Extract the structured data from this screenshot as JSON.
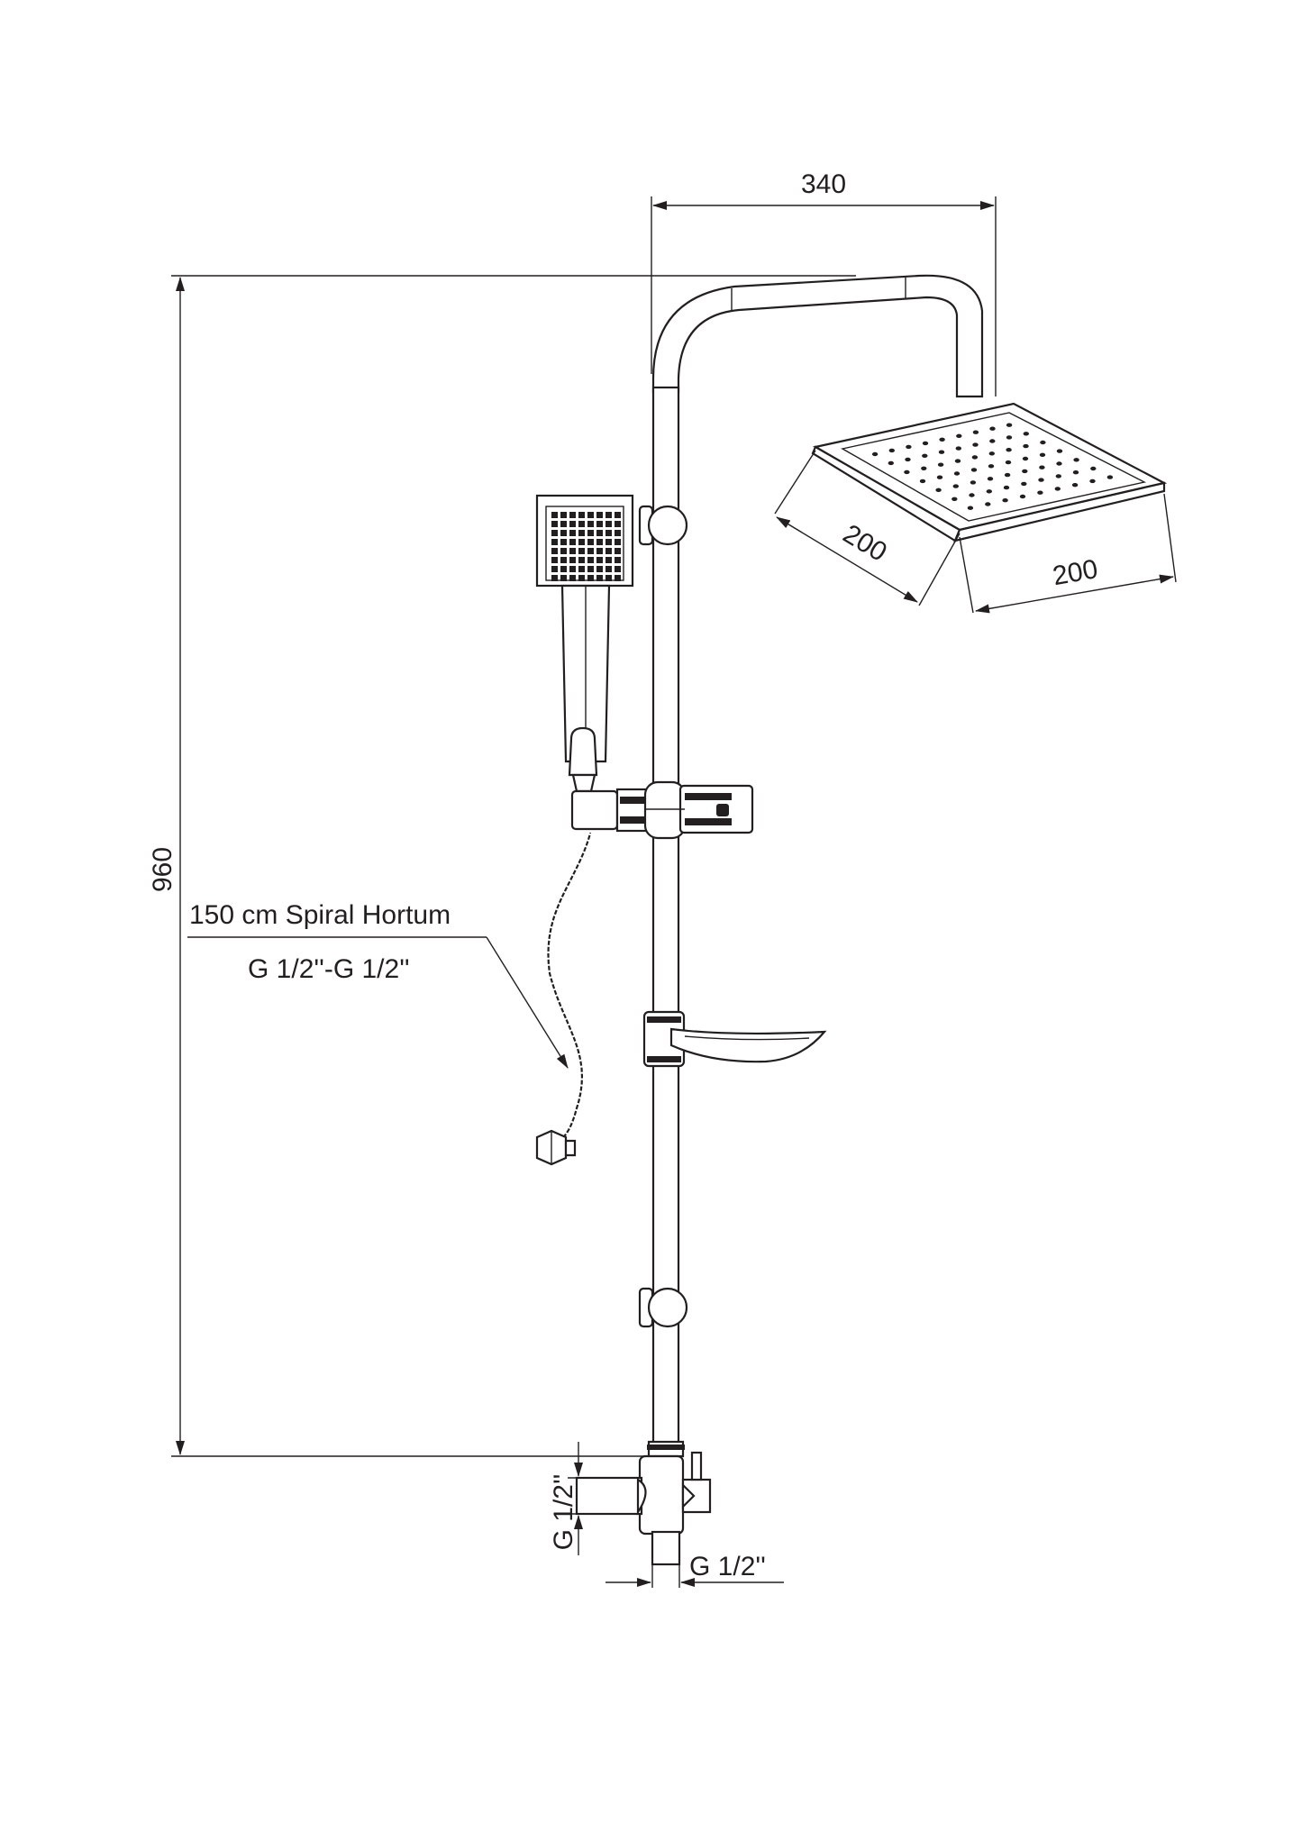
{
  "dimensions": {
    "width_top": "340",
    "height_total": "960",
    "head_depth": "200",
    "head_width": "200",
    "inlet_left": "G 1/2''",
    "inlet_bottom": "G 1/2''"
  },
  "labels": {
    "hose_line1": "150 cm Spiral Hortum",
    "hose_line2": "G 1/2''-G 1/2''"
  },
  "colors": {
    "line": "#231f20",
    "background": "#ffffff"
  }
}
